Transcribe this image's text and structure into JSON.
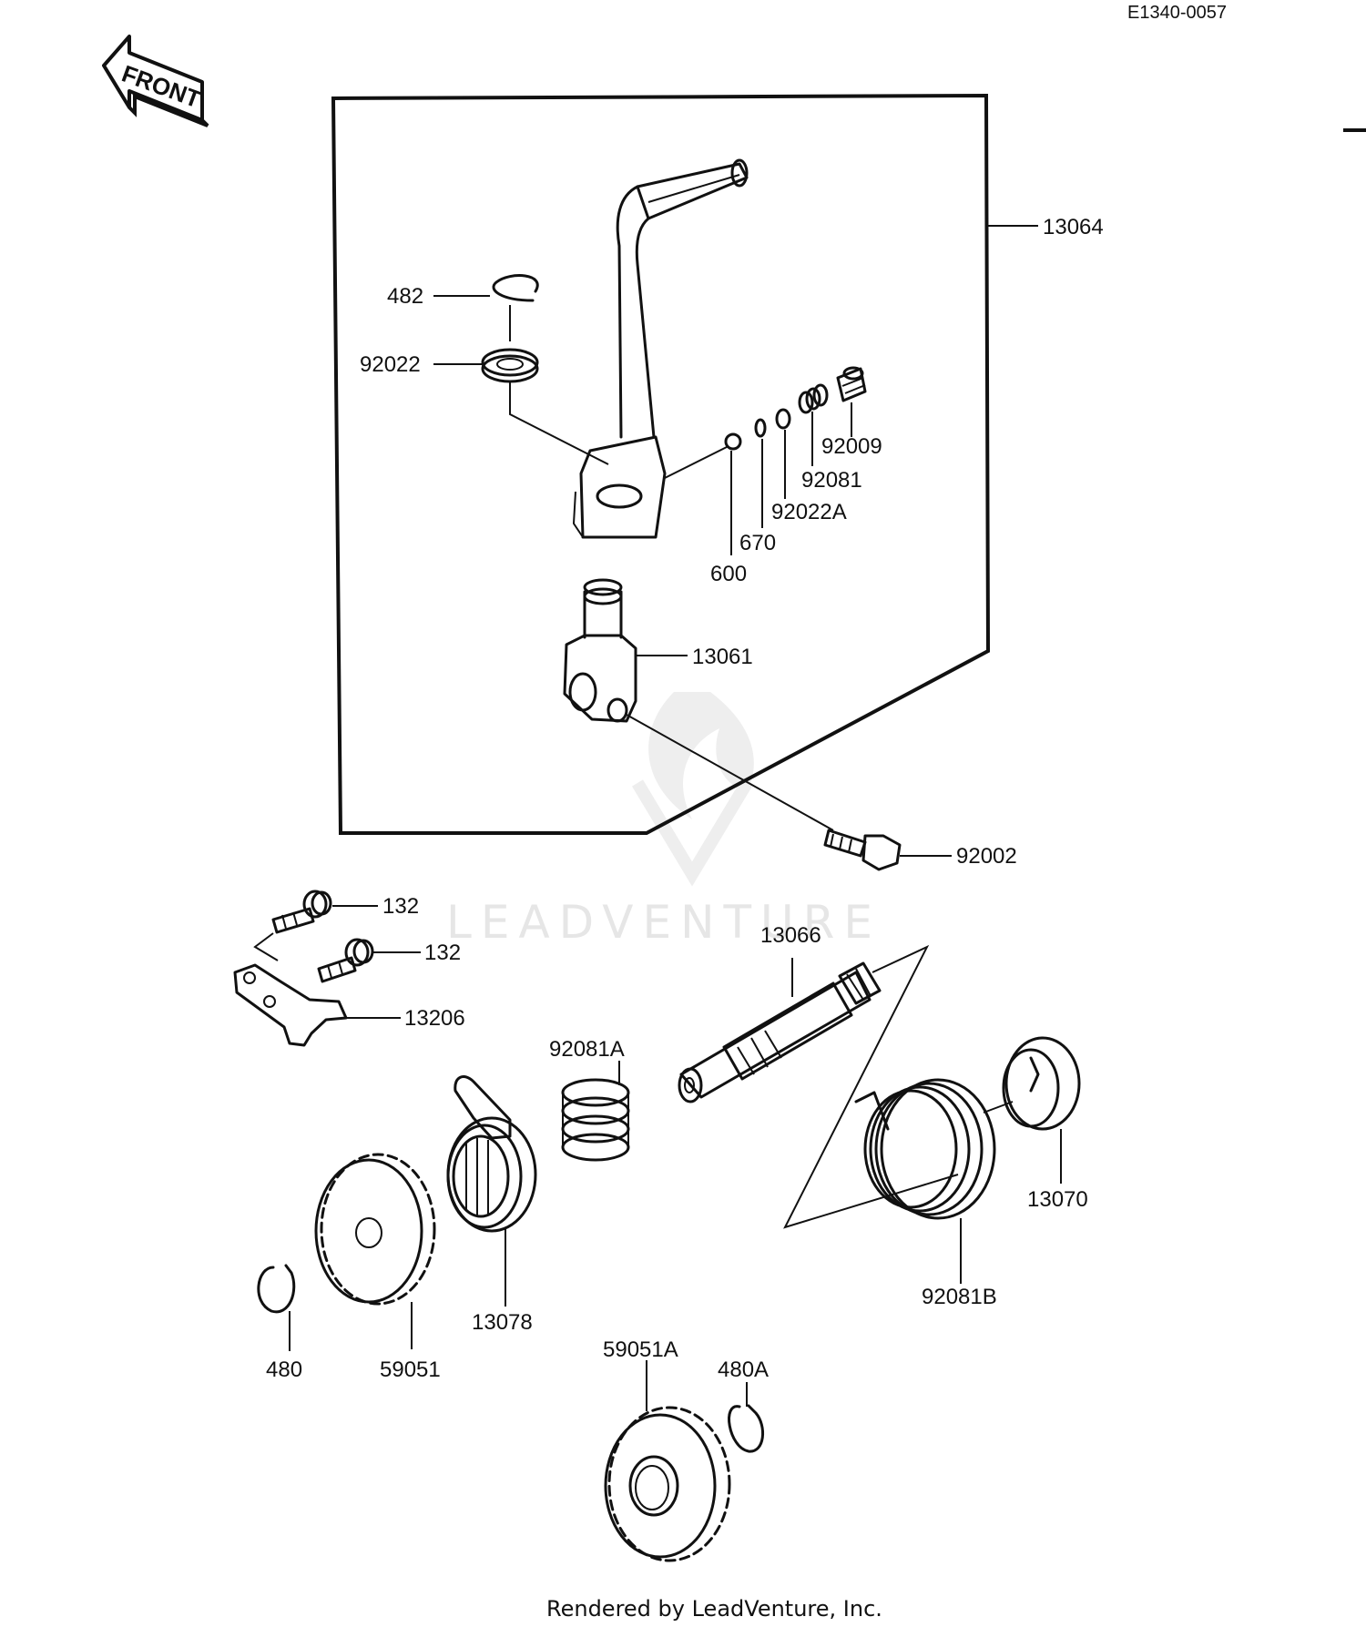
{
  "header": {
    "diagram_code": "E1340-0057"
  },
  "front_arrow": {
    "label": "FRONT"
  },
  "watermark": {
    "text": "LEADVENTURE"
  },
  "footer": {
    "text": "Rendered by LeadVenture, Inc."
  },
  "parts": {
    "p13064": "13064",
    "p482": "482",
    "p92022": "92022",
    "p92009": "92009",
    "p92081": "92081",
    "p92022A": "92022A",
    "p670": "670",
    "p600": "600",
    "p13061": "13061",
    "p92002": "92002",
    "p132a": "132",
    "p132b": "132",
    "p13206": "13206",
    "p13066": "13066",
    "p92081A": "92081A",
    "p13070": "13070",
    "p92081B": "92081B",
    "p13078": "13078",
    "p480": "480",
    "p59051": "59051",
    "p59051A": "59051A",
    "p480A": "480A"
  }
}
